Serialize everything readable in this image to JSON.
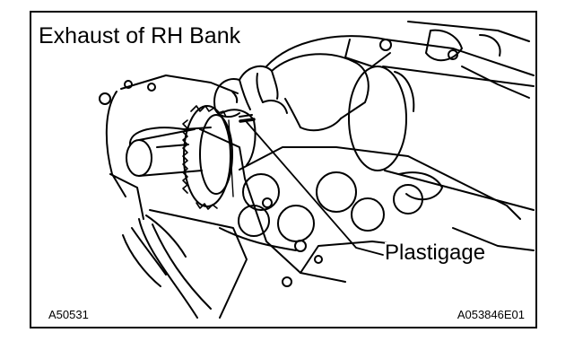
{
  "diagram": {
    "title": "Exhaust of RH Bank",
    "callout": "Plastigage",
    "figure_code_left": "A50531",
    "figure_code_right": "A053846E01"
  },
  "illustration": {
    "subject": "camshaft-with-gear-and-hand",
    "stroke_color": "#000000",
    "background_color": "#ffffff"
  }
}
